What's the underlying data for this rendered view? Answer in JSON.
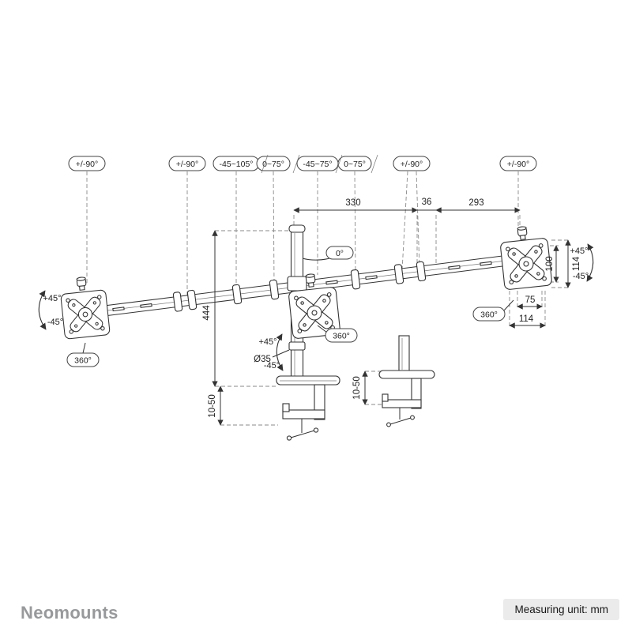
{
  "pills": [
    "+/-90°",
    "+/-90°",
    "-45~105°",
    "0~75°",
    "-45~75°",
    "0~75°",
    "+/-90°",
    "+/-90°"
  ],
  "dims": {
    "span_330": "330",
    "span_36": "36",
    "span_293": "293",
    "height_444": "444",
    "clamp_left": "10-50",
    "clamp_right": "10-50",
    "pole_diameter": "Ø35",
    "vesa_75": "75",
    "vesa_114_bottom": "114",
    "vesa_100": "100",
    "vesa_114_side": "114"
  },
  "angles": {
    "tilt_up": "+45°",
    "tilt_down": "-45°",
    "swivel": "360°",
    "zero": "0°"
  },
  "footer": {
    "brand": "Neomounts",
    "unit_label": "Measuring unit: mm"
  }
}
